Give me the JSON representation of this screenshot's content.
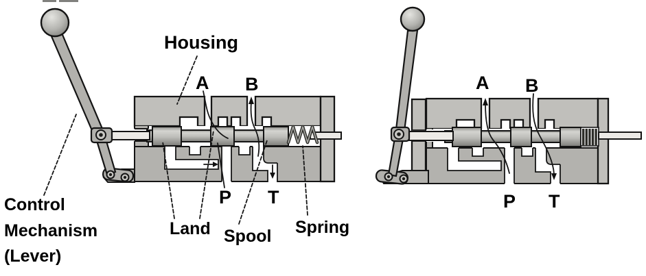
{
  "figure": {
    "colors": {
      "housing_light": "#c0bfbb",
      "housing_mid": "#b3b2ae",
      "outline": "#141414",
      "background": "#ffffff",
      "label_text": "#000000"
    },
    "left_valve": {
      "labels": {
        "housing": "Housing",
        "port_a": "A",
        "port_b": "B",
        "port_p": "P",
        "port_t": "T",
        "control_mechanism": [
          "Control",
          "Mechanism",
          "(Lever)"
        ],
        "land": "Land",
        "spool": "Spool",
        "spring": "Spring"
      }
    },
    "right_valve": {
      "labels": {
        "port_a": "A",
        "port_b": "B",
        "port_p": "P",
        "port_t": "T"
      }
    }
  }
}
